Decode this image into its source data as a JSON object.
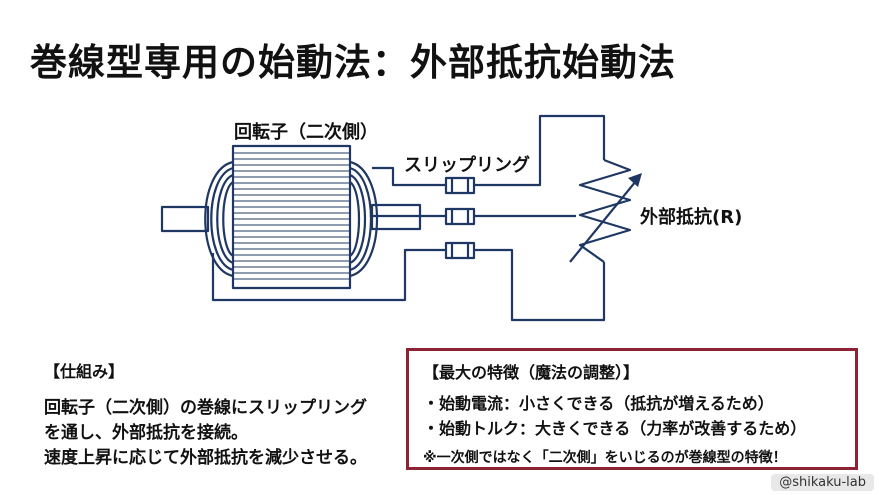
{
  "title": "巻線型専用の始動法：外部抵抗始動法",
  "diagram": {
    "rotor_label": "回転子（二次側）",
    "slip_ring_label": "スリップリング",
    "resistor_label": "外部抵抗(R)",
    "line_color": "#1f3763"
  },
  "mechanism": {
    "heading": "【仕組み】",
    "lines": [
      "回転子（二次側）の巻線にスリップリング",
      "を通し、外部抵抗を接続。",
      "速度上昇に応じて外部抵抗を減少させる。"
    ]
  },
  "features": {
    "heading": "【最大の特徴（魔法の調整）】",
    "items": [
      "・始動電流：小さくできる（抵抗が増えるため）",
      "・始動トルク：大きくできる（力率が改善するため）"
    ],
    "note": "※一次側ではなく「二次側」をいじるのが巻線型の特徴！",
    "border_color": "#8c2234"
  },
  "credit": "@shikaku-lab"
}
